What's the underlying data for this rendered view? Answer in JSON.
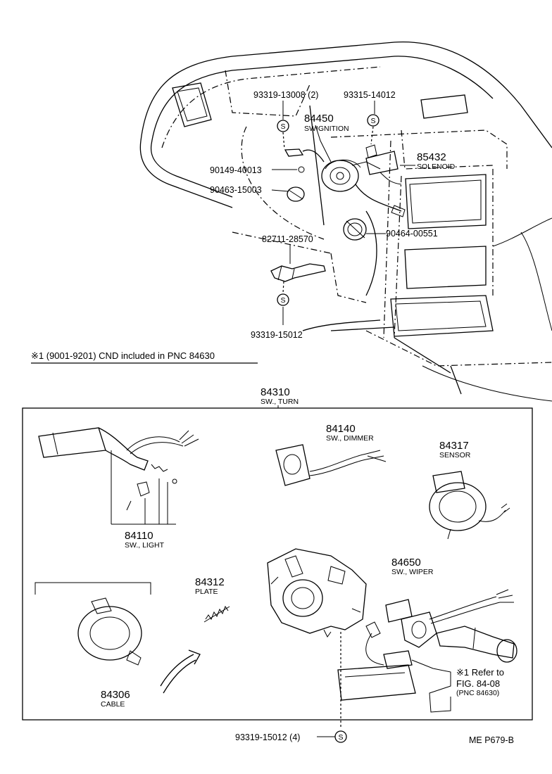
{
  "parts": {
    "p84450": {
      "num": "84450",
      "name": "SWIGNITION"
    },
    "p85432": {
      "num": "85432",
      "name": "SOLENOID"
    },
    "p84310": {
      "num": "84310",
      "name": "SW., TURN"
    },
    "p84140": {
      "num": "84140",
      "name": "SW., DIMMER"
    },
    "p84317": {
      "num": "84317",
      "name": "SENSOR"
    },
    "p84110": {
      "num": "84110",
      "name": "SW., LIGHT"
    },
    "p84312": {
      "num": "84312",
      "name": "PLATE"
    },
    "p84650": {
      "num": "84650",
      "name": "SW., WIPER"
    },
    "p84306": {
      "num": "84306",
      "name": "CABLE"
    }
  },
  "callouts": {
    "c1": "93319-13008 (2)",
    "c2": "93315-14012",
    "c3": "90149-40013",
    "c4": "90463-15003",
    "c5": "90464-00551",
    "c6": "82711-28570",
    "c7": "93319-15012",
    "c8": "93319-15012 (4)"
  },
  "screw_symbol": "S",
  "note": "※1 (9001-9201) CND included in PNC 84630",
  "refer": {
    "line1": "※1 Refer to",
    "line2": "FIG. 84-08",
    "line3": "(PNC 84630)"
  },
  "figure_code": "ME P679-B"
}
